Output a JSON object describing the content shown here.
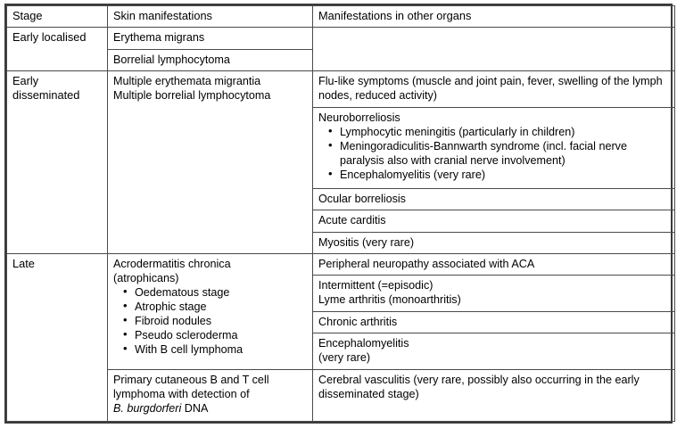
{
  "table": {
    "headers": {
      "stage": "Stage",
      "skin": "Skin manifestations",
      "other": "Manifestations in other organs"
    },
    "stages": [
      {
        "name": "Early localised",
        "skin": [
          "Erythema migrans",
          "Borrelial lymphocytoma"
        ],
        "other": [
          ""
        ]
      },
      {
        "name": "Early disseminated",
        "skin_lines": [
          "Multiple erythemata migrantia",
          "Multiple borrelial lymphocytoma"
        ],
        "other": [
          {
            "lead": "Flu-like symptoms (muscle and joint pain, fever, swelling of the lymph nodes, reduced activity)",
            "bullets": []
          },
          {
            "lead": "Neuroborreliosis",
            "bullets": [
              "Lymphocytic meningitis (particularly in children)",
              "Meningoradiculitis-Bannwarth syndrome (incl. facial nerve paralysis also with cranial nerve involvement)",
              "Encephalomyelitis (very rare)"
            ]
          },
          {
            "lead": "Ocular borreliosis",
            "bullets": []
          },
          {
            "lead": "Acute carditis",
            "bullets": []
          },
          {
            "lead": "Myositis (very rare)",
            "bullets": []
          }
        ]
      },
      {
        "name": "Late",
        "skin_primary": {
          "lines": [
            "Acrodermatitis chronica",
            "(atrophicans)"
          ],
          "bullets": [
            "Oedematous stage",
            "Atrophic stage",
            "Fibroid nodules",
            "Pseudo scleroderma",
            "With B cell lymphoma"
          ]
        },
        "skin_secondary": {
          "line1": "Primary cutaneous B and T cell",
          "line2": "lymphoma with detection of",
          "italic": "B. burgdorferi",
          "after_italic": " DNA"
        },
        "other": [
          {
            "lines": [
              "Peripheral neuropathy associated with ACA"
            ]
          },
          {
            "lines": [
              "Intermittent (=episodic)",
              "Lyme arthritis (monoarthritis)"
            ]
          },
          {
            "lines": [
              "Chronic arthritis"
            ]
          },
          {
            "lines": [
              "Encephalomyelitis",
              "(very rare)"
            ]
          },
          {
            "lines": [
              "Cerebral vasculitis (very rare, possibly also occurring in the early disseminated stage)"
            ]
          }
        ]
      }
    ]
  }
}
